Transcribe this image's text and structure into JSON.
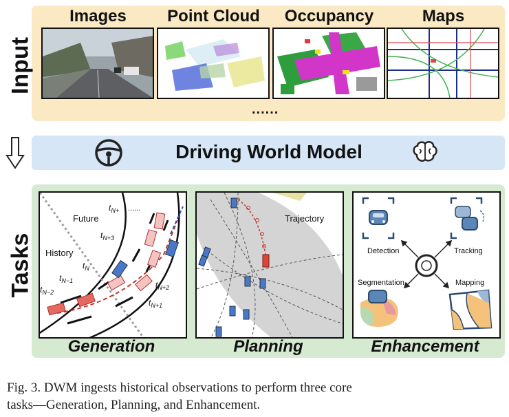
{
  "side_labels": {
    "input": "Input",
    "tasks": "Tasks"
  },
  "inputs": [
    {
      "title": "Images"
    },
    {
      "title": "Point Cloud"
    },
    {
      "title": "Occupancy"
    },
    {
      "title": "Maps"
    }
  ],
  "ellipsis": "......",
  "dwm": {
    "title": "Driving World Model",
    "left_icon": "steering-wheel-icon",
    "right_icon": "brain-icon"
  },
  "tasks": {
    "generation": {
      "label": "Generation",
      "future": "Future",
      "history": "History",
      "t_dots": "......"
    },
    "planning": {
      "label": "Planning",
      "trajectory": "Trajectory"
    },
    "enhancement": {
      "label": "Enhancement",
      "detection": "Detection",
      "tracking": "Tracking",
      "segmentation": "Segmentation",
      "mapping": "Mapping"
    }
  },
  "caption": {
    "line1": "Fig. 3.   DWM ingests historical observations to perform three core",
    "line2": "tasks—Generation, Planning, and Enhancement."
  }
}
